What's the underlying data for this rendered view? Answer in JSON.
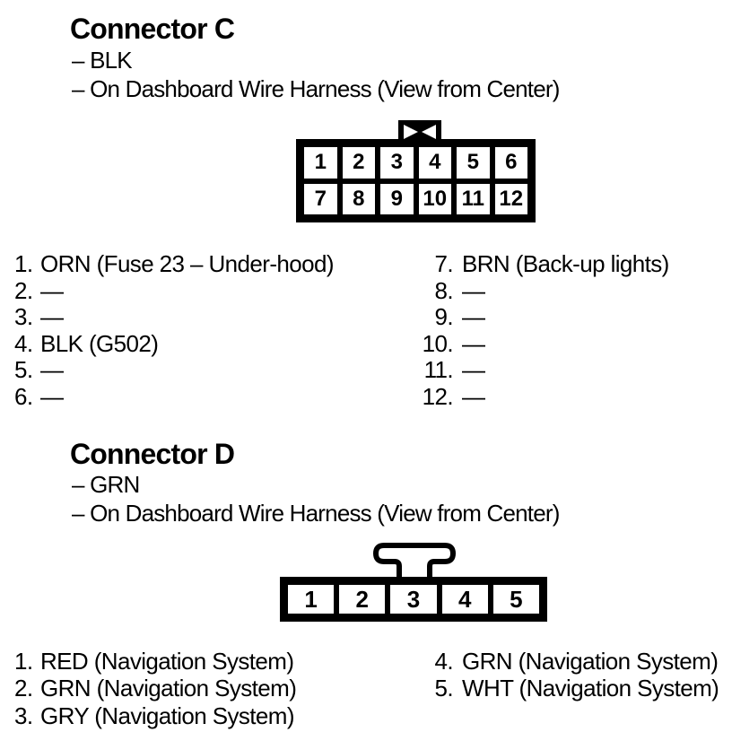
{
  "page": {
    "background": "#ffffff",
    "ink": "#000000"
  },
  "connector_c": {
    "title": "Connector C",
    "details": [
      "– BLK",
      "– On Dashboard Wire Harness (View from Center)"
    ],
    "diagram": {
      "latch_icon": "crossed-box-latch",
      "rows": [
        [
          "1",
          "2",
          "3",
          "4",
          "5",
          "6"
        ],
        [
          "7",
          "8",
          "9",
          "10",
          "11",
          "12"
        ]
      ]
    },
    "pins_left": [
      {
        "num": "1.",
        "label": "ORN (Fuse 23 – Under-hood)"
      },
      {
        "num": "2.",
        "label": "—"
      },
      {
        "num": "3.",
        "label": "—"
      },
      {
        "num": "4.",
        "label": "BLK (G502)"
      },
      {
        "num": "5.",
        "label": "—"
      },
      {
        "num": "6.",
        "label": "—"
      }
    ],
    "pins_right": [
      {
        "num": "7.",
        "label": "BRN (Back-up lights)"
      },
      {
        "num": "8.",
        "label": "—"
      },
      {
        "num": "9.",
        "label": "—"
      },
      {
        "num": "10.",
        "label": "—"
      },
      {
        "num": "11.",
        "label": "—"
      },
      {
        "num": "12.",
        "label": "—"
      }
    ]
  },
  "connector_d": {
    "title": "Connector D",
    "details": [
      "– GRN",
      "– On Dashboard Wire Harness (View from Center)"
    ],
    "diagram": {
      "latch_icon": "t-shaped-latch",
      "rows": [
        [
          "1",
          "2",
          "3",
          "4",
          "5"
        ]
      ]
    },
    "pins_left": [
      {
        "num": "1.",
        "label": "RED (Navigation System)"
      },
      {
        "num": "2.",
        "label": "GRN (Navigation System)"
      },
      {
        "num": "3.",
        "label": "GRY (Navigation System)"
      }
    ],
    "pins_right": [
      {
        "num": "4.",
        "label": "GRN (Navigation System)"
      },
      {
        "num": "5.",
        "label": "WHT (Navigation System)"
      }
    ]
  }
}
